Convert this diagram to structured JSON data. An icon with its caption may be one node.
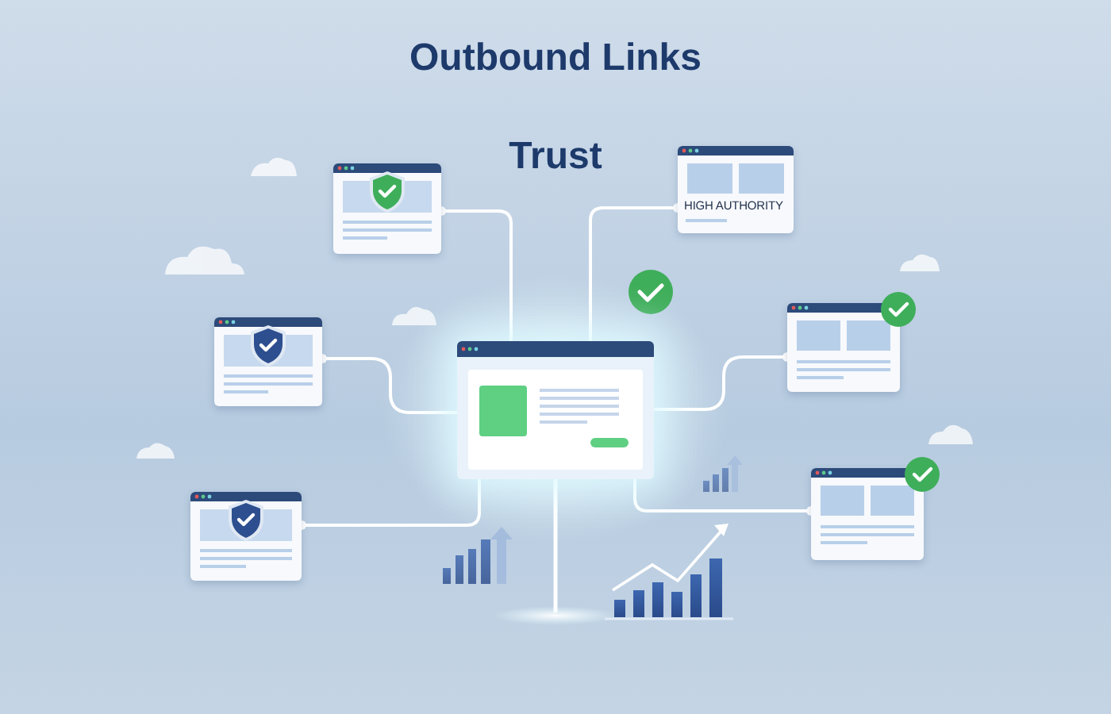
{
  "diagram": {
    "title": "Outbound Links Trust",
    "nodes": [
      {
        "text": [],
        "shape": "box"
      },
      {
        "text": [
          "HIGH AUTHORITY"
        ]
      },
      {
        "text": [],
        "shape": "box"
      },
      {
        "text": [],
        "shape": "box"
      },
      {
        "text": [],
        "shape": "box"
      },
      {
        "text": [],
        "shape": "box"
      },
      {
        "text": [],
        "shape": "box"
      }
    ],
    "edges": [
      {
        "from": 4,
        "to": 0,
        "arrow": "other"
      },
      {
        "from": 4,
        "to": 1,
        "arrow": "other"
      },
      {
        "from": 4,
        "to": 2,
        "arrow": "other"
      },
      {
        "from": 4,
        "to": 3,
        "arrow": "other"
      },
      {
        "from": 4,
        "to": 5,
        "arrow": "other"
      },
      {
        "from": 4,
        "to": 6,
        "arrow": "other"
      }
    ]
  }
}
